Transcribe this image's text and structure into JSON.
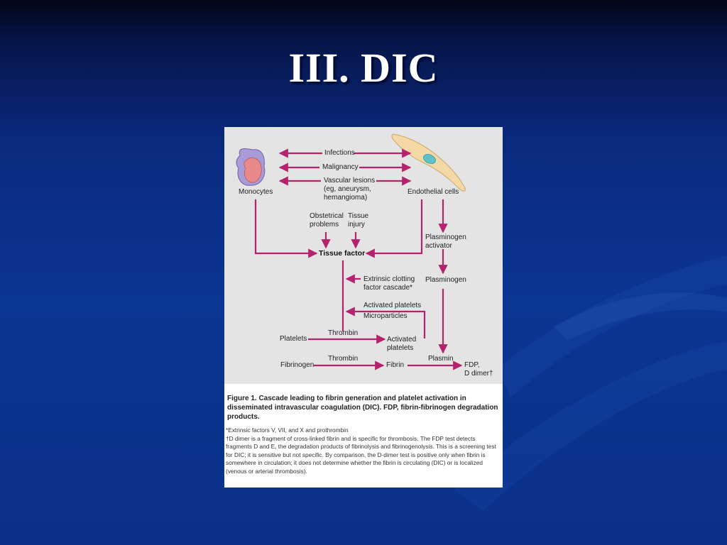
{
  "slide": {
    "title": "III. DIC"
  },
  "figure": {
    "labels": {
      "infections": "Infections",
      "malignancy": "Malignancy",
      "vascular_1": "Vascular lesions",
      "vascular_2": "(eg, aneurysm,",
      "vascular_3": "hemangioma)",
      "monocytes": "Monocytes",
      "endothelial": "Endothelial cells",
      "obstetrical_1": "Obstetrical",
      "obstetrical_2": "problems",
      "tissue_injury_1": "Tissue",
      "tissue_injury_2": "injury",
      "tissue_factor": "Tissue factor",
      "plasminogen_activator_1": "Plasminogen",
      "plasminogen_activator_2": "activator",
      "extrinsic_1": "Extrinsic clotting",
      "extrinsic_2": "factor cascade*",
      "plasminogen": "Plasminogen",
      "activated_platelets_micro_1": "Activated platelets",
      "activated_platelets_micro_2": "Microparticles",
      "thrombin_1": "Thrombin",
      "platelets": "Platelets",
      "activated_1": "Activated",
      "activated_2": "platelets",
      "thrombin_2": "Thrombin",
      "plasmin": "Plasmin",
      "fibrinogen": "Fibrinogen",
      "fibrin": "Fibrin",
      "fdp_1": "FDP,",
      "fdp_2": "D dimer†"
    },
    "caption": "Figure 1. Cascade leading to fibrin generation and platelet activation in disseminated intravascular coagulation (DIC). FDP, fibrin-fibrinogen degradation products.",
    "footnotes": {
      "f1": "*Extrinsic factors V, VII, and X and prothrombin",
      "f2": "†D dimer is a fragment of cross-linked fibrin and is specific for thrombosis. The FDP test detects fragments D and E, the degradation products of fibrinolysis and fibrinogenolysis. This is a screening test for DIC; it is sensitive but not specific. By comparison, the D-dimer test is positive only when fibrin is somewhere in circulation; it does not determine whether the fibrin is circulating (DIC) or is localized (venous or arterial thrombosis)."
    },
    "colors": {
      "arrow": "#b5236e",
      "monocyte_outer": "#a99ad8",
      "monocyte_nucleus": "#e88a8a",
      "cell_body": "#f4d9a6",
      "cell_nucleus": "#5fc1c9"
    }
  }
}
